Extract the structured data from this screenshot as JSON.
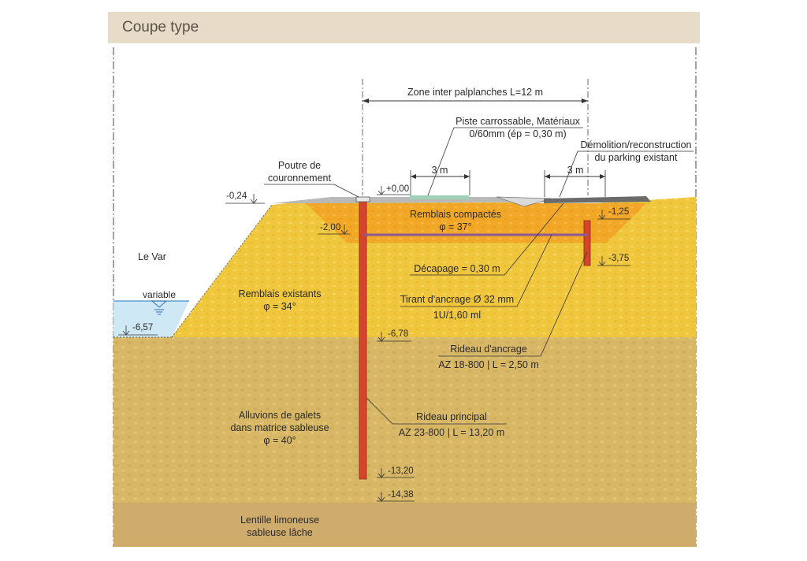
{
  "header": {
    "title": "Coupe type"
  },
  "dimensions": {
    "zone": "Zone inter palplanches L=12 m",
    "w1": "3 m",
    "w2": "3 m"
  },
  "callouts": {
    "piste_1": "Piste carrossable, Matériaux",
    "piste_2": "0/60mm (ép = 0,30 m)",
    "demolition_1": "Démolition/reconstruction",
    "demolition_2": "du parking existant",
    "poutre_1": "Poutre de",
    "poutre_2": "couronnement",
    "decapage": "Décapage = 0,30 m",
    "tirant_1": "Tirant d'ancrage Ø 32 mm",
    "tirant_2": "1U/1,60 ml",
    "rideau_ancrage_1": "Rideau d'ancrage",
    "rideau_ancrage_2": "AZ 18-800 | L = 2,50 m",
    "rideau_principal_1": "Rideau principal",
    "rideau_principal_2": "AZ 23-800 | L = 13,20 m"
  },
  "layers": {
    "remblais_compactes_1": "Remblais compactés",
    "remblais_compactes_2": "φ = 37°",
    "remblais_existants_1": "Remblais existants",
    "remblais_existants_2": "φ = 34°",
    "alluvions_1": "Alluvions de galets",
    "alluvions_2": "dans matrice sableuse",
    "alluvions_3": "φ = 40°",
    "lentille_1": "Lentille limoneuse",
    "lentille_2": "sableuse lâche"
  },
  "water": {
    "river": "Le Var",
    "level": "variable"
  },
  "levels": {
    "l000": "+0,00",
    "l024": "-0,24",
    "l125": "-1,25",
    "l200": "-2,00",
    "l375": "-3,75",
    "l657": "-6,57",
    "l678": "-6,78",
    "l1320": "-13,20",
    "l1438": "-14,38"
  },
  "colors": {
    "header_bg": "#e6dcc8",
    "remblais_existants": "#f0c63c",
    "remblais_compactes": "#f2a826",
    "alluvions": "#d8b866",
    "lentille": "#d0ac6c",
    "water": "#cfe8f5",
    "sheet_pile": "#d6452a",
    "tie_rod": "#8b5a9a",
    "piste": "#9fd1b6",
    "parking": "#6b6b6b"
  }
}
